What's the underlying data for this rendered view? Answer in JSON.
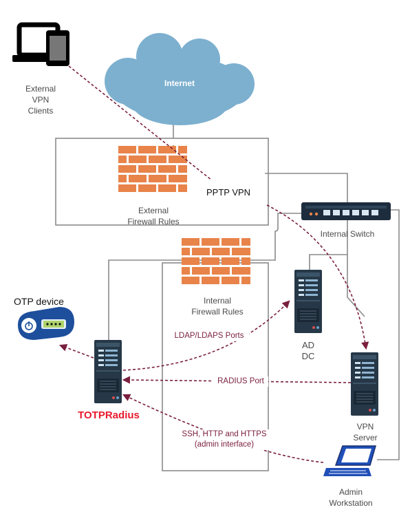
{
  "nodes": {
    "external_vpn_clients": "External\nVPN\nClients",
    "internet": "Internet",
    "external_firewall": "External\nFirewall Rules",
    "pptp_vpn": "PPTP VPN",
    "internal_switch": "Internal Switch",
    "internal_firewall": "Internal\nFirewall Rules",
    "otp_device": "OTP device",
    "ad_dc": "AD\nDC",
    "totpradius": "TOTPRadius",
    "vpn_server": "VPN\nServer",
    "admin_workstation": "Admin\nWorkstation"
  },
  "connections": {
    "ldap": "LDAP/LDAPS Ports",
    "radius": "RADIUS Port",
    "ssh": "SSH, HTTP and HTTPS\n(admin interface)"
  },
  "colors": {
    "flow": "#7a1f3d",
    "firewall": "#e8834a",
    "cloud": "#7db0cf",
    "server": "#263848",
    "totp_red": "#e8192c",
    "otp_blue": "#1e4f9c",
    "line_gray": "#8a8a8a"
  }
}
